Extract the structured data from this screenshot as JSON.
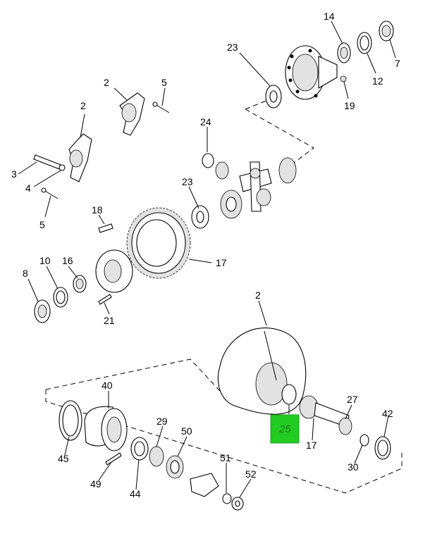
{
  "diagram": {
    "highlight_color": "#22cc22",
    "callouts": [
      {
        "id": "c14",
        "label": "14"
      },
      {
        "id": "c7",
        "label": "7"
      },
      {
        "id": "c12",
        "label": "12"
      },
      {
        "id": "c23a",
        "label": "23"
      },
      {
        "id": "c19",
        "label": "19"
      },
      {
        "id": "c2a",
        "label": "2"
      },
      {
        "id": "c5a",
        "label": "5"
      },
      {
        "id": "c2b",
        "label": "2"
      },
      {
        "id": "c3",
        "label": "3"
      },
      {
        "id": "c4",
        "label": "4"
      },
      {
        "id": "c5b",
        "label": "5"
      },
      {
        "id": "c24",
        "label": "24"
      },
      {
        "id": "c23b",
        "label": "23"
      },
      {
        "id": "c18",
        "label": "18"
      },
      {
        "id": "c17a",
        "label": "17"
      },
      {
        "id": "c10",
        "label": "10"
      },
      {
        "id": "c16",
        "label": "16"
      },
      {
        "id": "c8",
        "label": "8"
      },
      {
        "id": "c21",
        "label": "21"
      },
      {
        "id": "c2c",
        "label": "2"
      },
      {
        "id": "c40",
        "label": "40"
      },
      {
        "id": "c27",
        "label": "27"
      },
      {
        "id": "c42",
        "label": "42"
      },
      {
        "id": "c29",
        "label": "29"
      },
      {
        "id": "c50",
        "label": "50"
      },
      {
        "id": "c45",
        "label": "45"
      },
      {
        "id": "c17b",
        "label": "17"
      },
      {
        "id": "c30",
        "label": "30"
      },
      {
        "id": "c49",
        "label": "49"
      },
      {
        "id": "c51",
        "label": "51"
      },
      {
        "id": "c52",
        "label": "52"
      },
      {
        "id": "c44",
        "label": "44"
      }
    ],
    "highlighted_callout": {
      "label": "25"
    }
  }
}
